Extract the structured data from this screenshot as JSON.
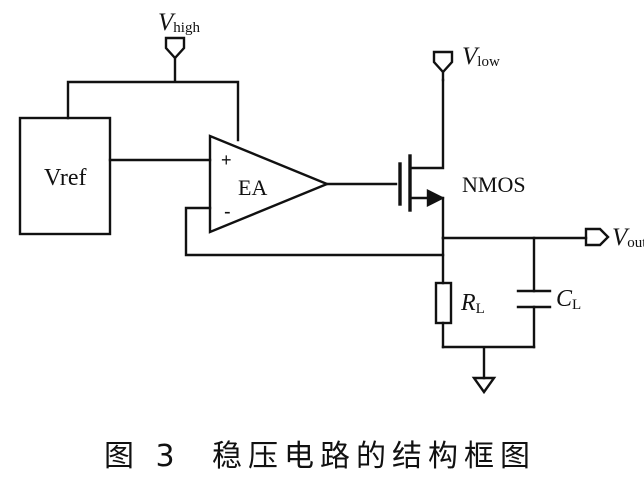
{
  "labels": {
    "vhigh_main": "V",
    "vhigh_sub": "high",
    "vlow_main": "V",
    "vlow_sub": "low",
    "vout_main": "V",
    "vout_sub": "out",
    "vref": "Vref",
    "ea": "EA",
    "plus": "+",
    "minus": "-",
    "nmos": "NMOS",
    "rl_main": "R",
    "rl_sub": "L",
    "cl_main": "C",
    "cl_sub": "L"
  },
  "caption": {
    "figure": "图 3",
    "title": "稳压电路的结构框图"
  }
}
